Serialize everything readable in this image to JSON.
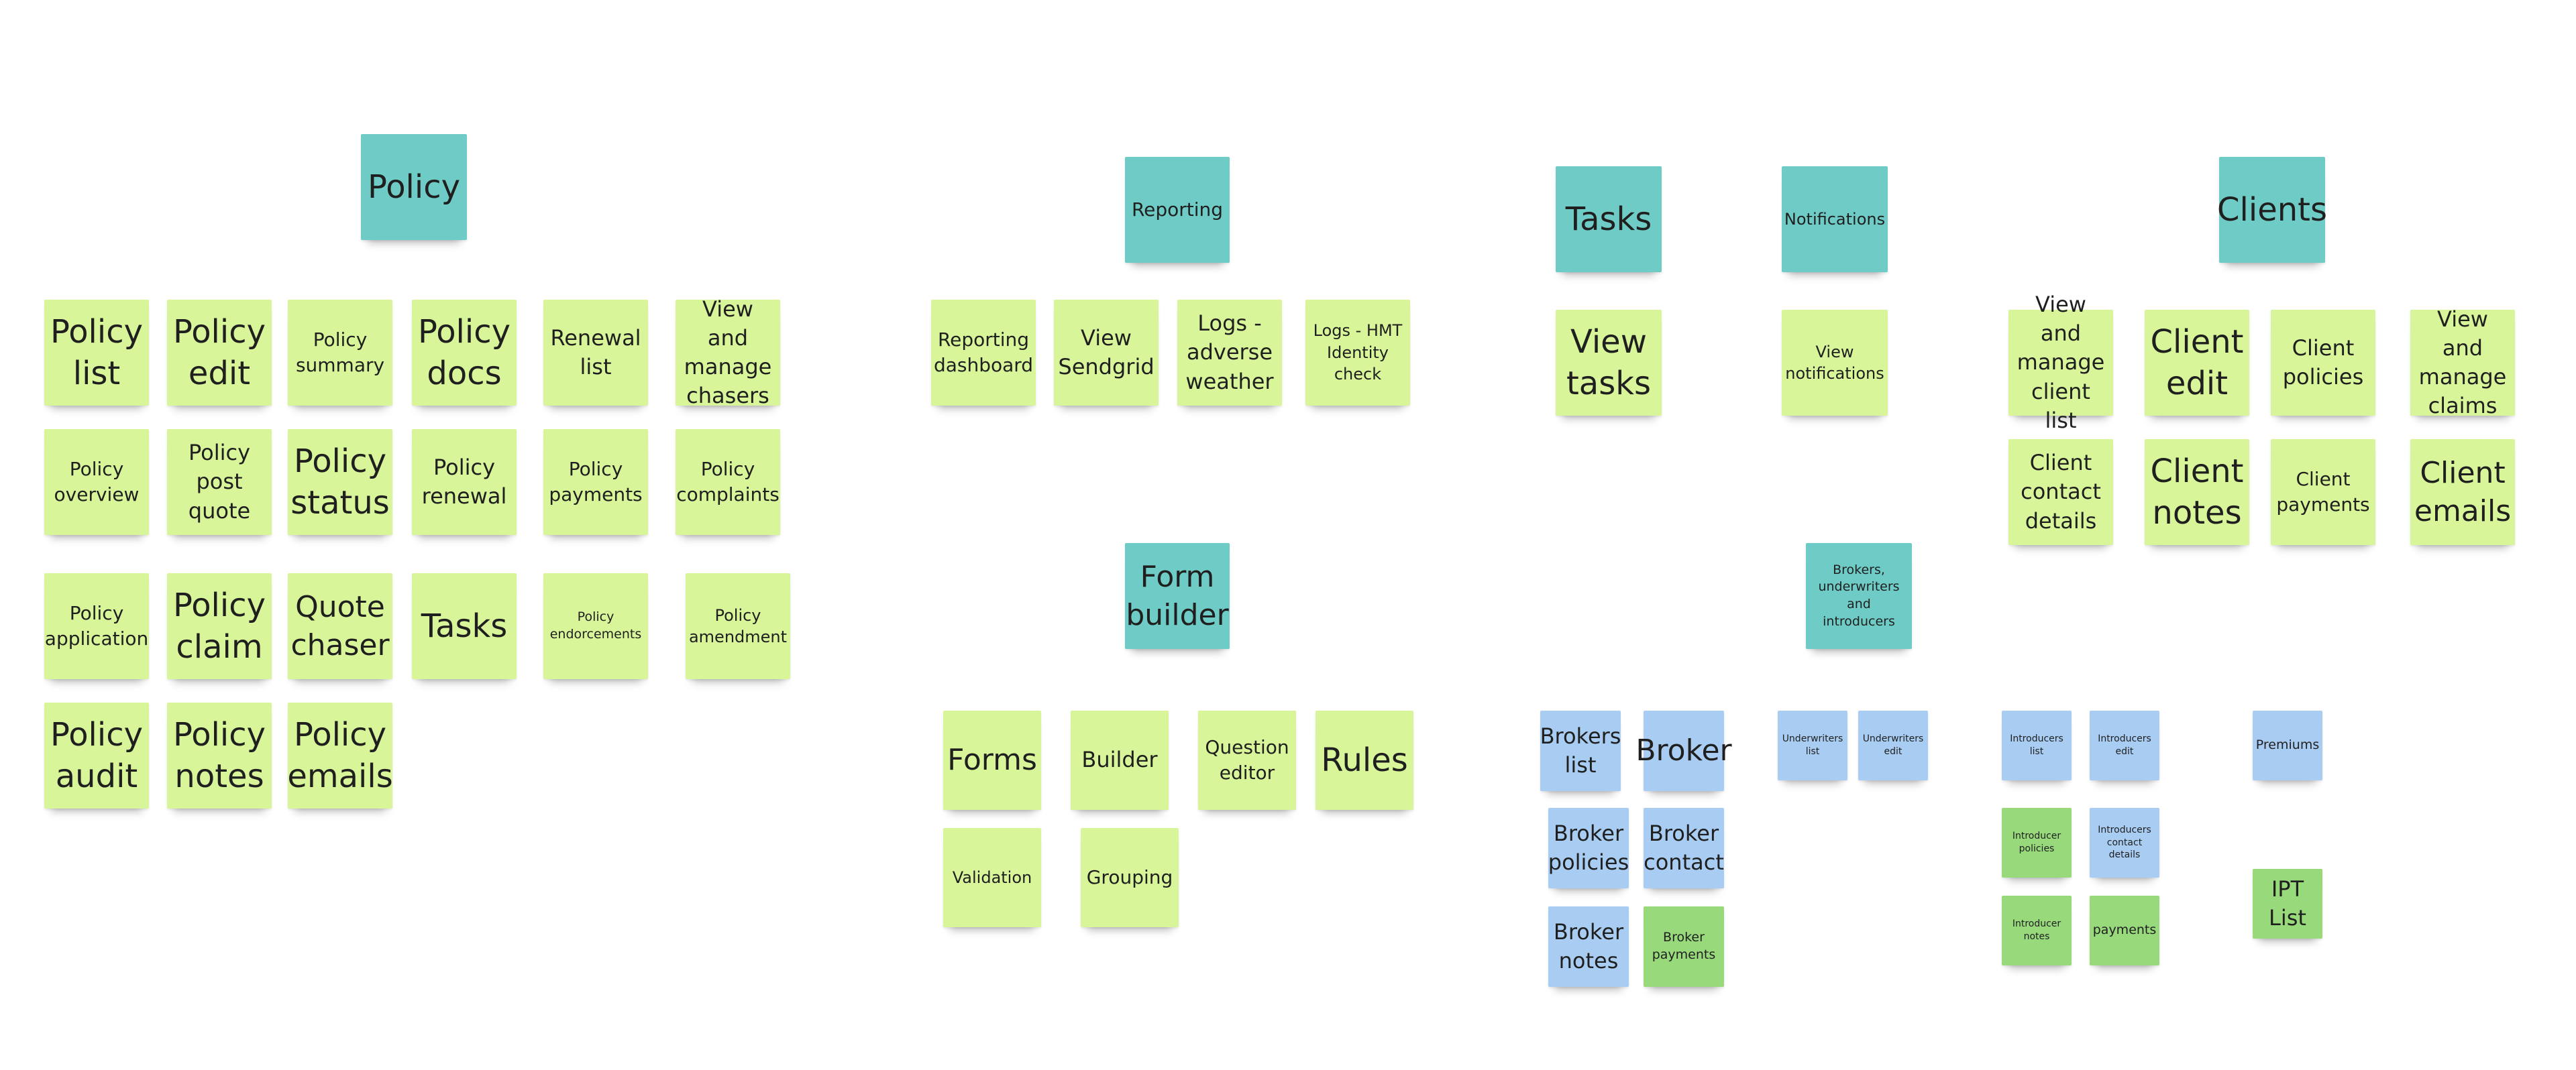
{
  "board": {
    "policy_group": {
      "header": "Policy",
      "notes": [
        "Policy list",
        "Policy edit",
        "Policy summary",
        "Policy docs",
        "Renewal list",
        "View and manage chasers",
        "Policy overview",
        "Policy post quote",
        "Policy status",
        "Policy renewal",
        "Policy payments",
        "Policy complaints",
        "Policy application",
        "Policy claim",
        "Quote chaser",
        "Tasks",
        "Policy endorcements",
        "Policy amendment",
        "Policy audit",
        "Policy notes",
        "Policy emails"
      ]
    },
    "reporting_group": {
      "header": "Reporting",
      "notes": [
        "Reporting dashboard",
        "View Sendgrid",
        "Logs - adverse weather",
        "Logs - HMT Identity check"
      ]
    },
    "tasks_group": {
      "header": "Tasks",
      "notes": [
        "View tasks"
      ]
    },
    "notifications_group": {
      "header": "Notifications",
      "notes": [
        "View notifications"
      ]
    },
    "clients_group": {
      "header": "Clients",
      "notes": [
        "View and manage client list",
        "Client edit",
        "Client policies",
        "View and manage claims",
        "Client contact details",
        "Client notes",
        "Client payments",
        "Client emails"
      ]
    },
    "form_builder_group": {
      "header": "Form builder",
      "notes": [
        "Forms",
        "Builder",
        "Question editor",
        "Rules",
        "Validation",
        "Grouping"
      ]
    },
    "brokers_group": {
      "header": "Brokers, underwriters and introducers",
      "brokers": [
        "Brokers list",
        "Broker",
        "Broker policies",
        "Broker contact",
        "Broker notes",
        "Broker payments"
      ],
      "underwriters": [
        "Underwriters list",
        "Underwriters edit"
      ],
      "introducers": [
        "Introducers list",
        "Introducers edit",
        "Introducer policies",
        "Introducers contact details",
        "Introducer notes",
        "payments"
      ],
      "premiums": [
        "Premiums",
        "IPT List"
      ]
    }
  },
  "colors": {
    "header_teal": "#6ecbc5",
    "note_lime": "#d8f59a",
    "note_blue": "#a9cdf2",
    "note_green": "#98d97c"
  }
}
